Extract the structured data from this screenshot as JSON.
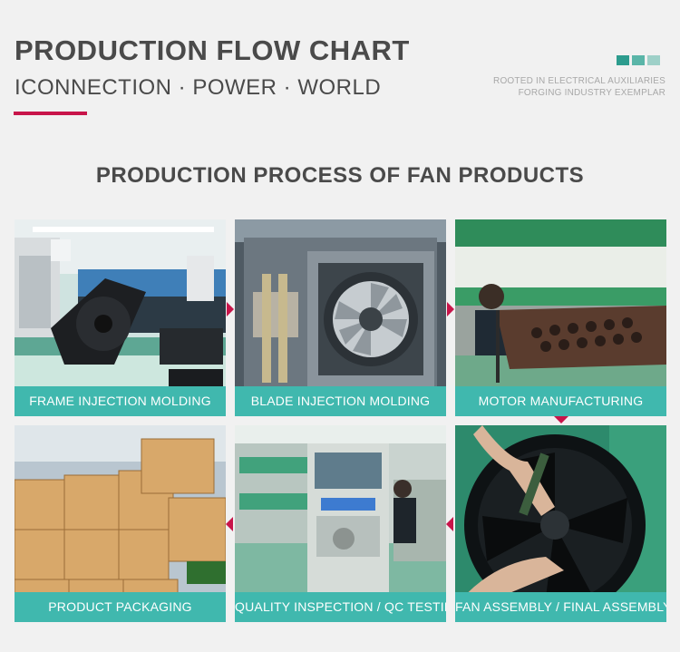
{
  "header": {
    "title": "PRODUCTION FLOW CHART",
    "subtitle": "ICONNECTION · POWER · WORLD",
    "tagline_line1": "ROOTED IN ELECTRICAL AUXILIARIES",
    "tagline_line2": "FORGING INDUSTRY EXEMPLAR"
  },
  "section": {
    "title": "PRODUCTION PROCESS OF FAN PRODUCTS"
  },
  "steps": [
    {
      "label": "FRAME INJECTION MOLDING",
      "image": "factory-frame-molding-photo"
    },
    {
      "label": "BLADE INJECTION MOLDING",
      "image": "blade-mold-photo"
    },
    {
      "label": "MOTOR MANUFACTURING",
      "image": "motor-workshop-photo"
    },
    {
      "label": "PRODUCT PACKAGING",
      "image": "cardboard-boxes-photo"
    },
    {
      "label": "QUALITY INSPECTION / QC TESTING",
      "image": "qc-testing-machine-photo"
    },
    {
      "label": "FAN ASSEMBLY / FINAL ASSEMBLY",
      "image": "fan-assembly-photo"
    }
  ],
  "colors": {
    "accent": "#c8154a",
    "teal": "#40b8ae",
    "text": "#4a4a4a",
    "background": "#f1f1f1"
  }
}
